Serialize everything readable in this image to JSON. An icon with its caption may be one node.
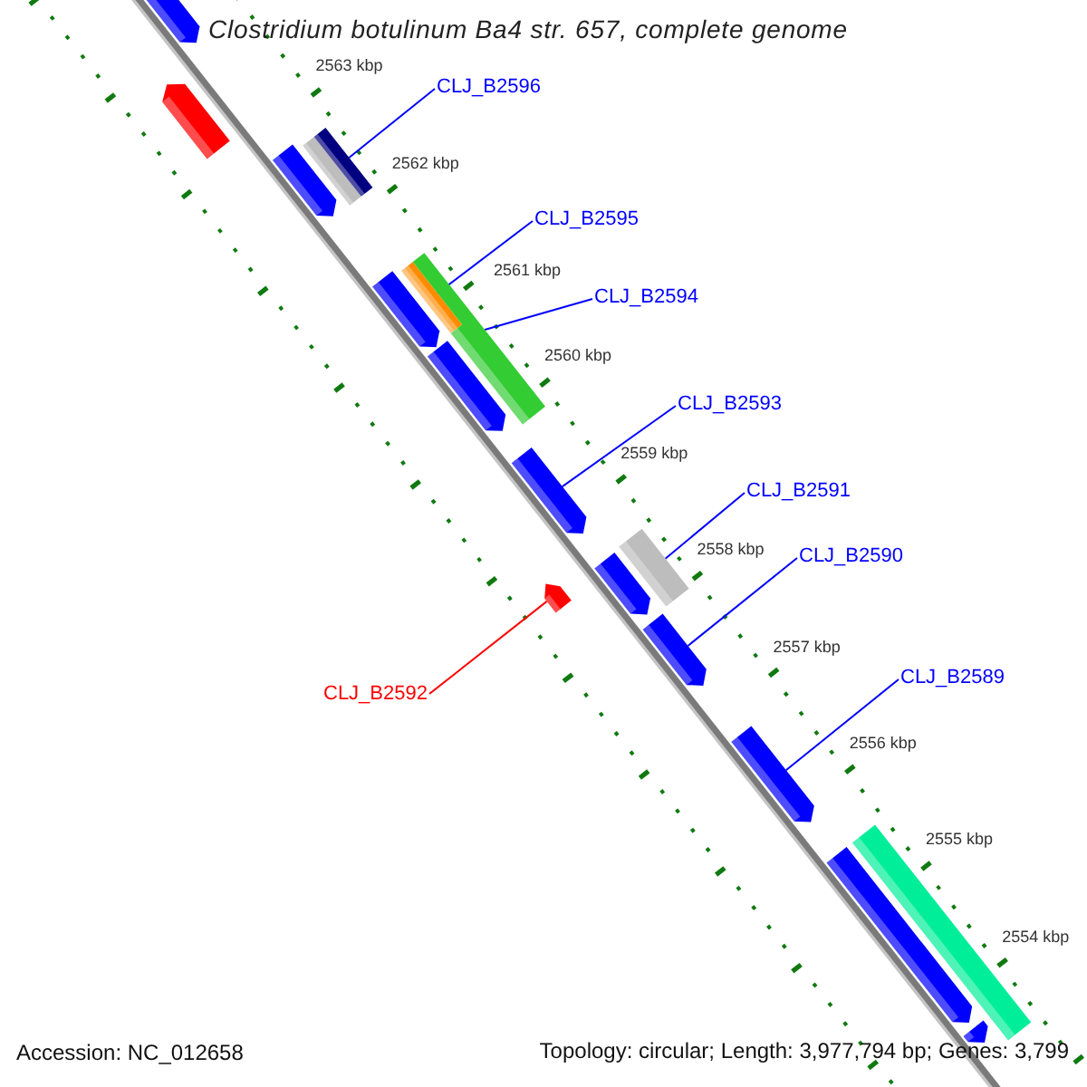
{
  "diagram": {
    "title": "Clostridium botulinum Ba4 str. 657, complete genome",
    "nodes": [
      {
        "text": [],
        "shape": "pentagon"
      },
      {
        "text": [],
        "shape": "pentagon"
      },
      {
        "text": [
          "CLJ_B2596"
        ]
      },
      {
        "text": [],
        "shape": "pentagon"
      },
      {
        "text": [],
        "shape": "bar"
      },
      {
        "text": [],
        "shape": "bar"
      },
      {
        "text": [
          "CLJ_B2595"
        ]
      },
      {
        "text": [],
        "shape": "pentagon"
      },
      {
        "text": [],
        "shape": "bar"
      },
      {
        "text": [],
        "shape": "bar"
      },
      {
        "text": [
          "CLJ_B2594"
        ]
      },
      {
        "text": [],
        "shape": "pentagon"
      },
      {
        "text": [
          "CLJ_B2593"
        ]
      },
      {
        "text": [],
        "shape": "pentagon"
      },
      {
        "text": [
          "CLJ_B2591"
        ]
      },
      {
        "text": [],
        "shape": "bar"
      },
      {
        "text": [],
        "shape": "pentagon"
      },
      {
        "text": [],
        "shape": "pentagon"
      },
      {
        "text": [
          "CLJ_B2590"
        ]
      },
      {
        "text": [],
        "shape": "pentagon"
      },
      {
        "text": [
          "CLJ_B2592"
        ]
      },
      {
        "text": [
          "CLJ_B2589"
        ]
      },
      {
        "text": [],
        "shape": "pentagon"
      },
      {
        "text": [],
        "shape": "pentagon"
      },
      {
        "text": [],
        "shape": "bar"
      },
      {
        "text": [],
        "shape": "pentagon"
      }
    ],
    "edges": [
      {
        "from": 2,
        "to": 5,
        "arrow": "none"
      },
      {
        "from": 6,
        "to": 8,
        "arrow": "none"
      },
      {
        "from": 10,
        "to": 9,
        "arrow": "none"
      },
      {
        "from": 12,
        "to": 13,
        "arrow": "none"
      },
      {
        "from": 14,
        "to": 15,
        "arrow": "none"
      },
      {
        "from": 18,
        "to": 19,
        "arrow": "none"
      },
      {
        "from": 21,
        "to": 22,
        "arrow": "none"
      },
      {
        "from": 20,
        "to": 17,
        "arrow": "none",
        "color": "#ff0000"
      }
    ],
    "labels": [
      "2563 kbp",
      "2562 kbp",
      "2561 kbp",
      "2560 kbp",
      "2559 kbp",
      "2558 kbp",
      "2557 kbp",
      "2556 kbp",
      "2555 kbp",
      "2554 kbp",
      "Accession: NC_012658",
      "Topology: circular; Length: 3,977,794 bp; Genes: 3,799"
    ]
  }
}
